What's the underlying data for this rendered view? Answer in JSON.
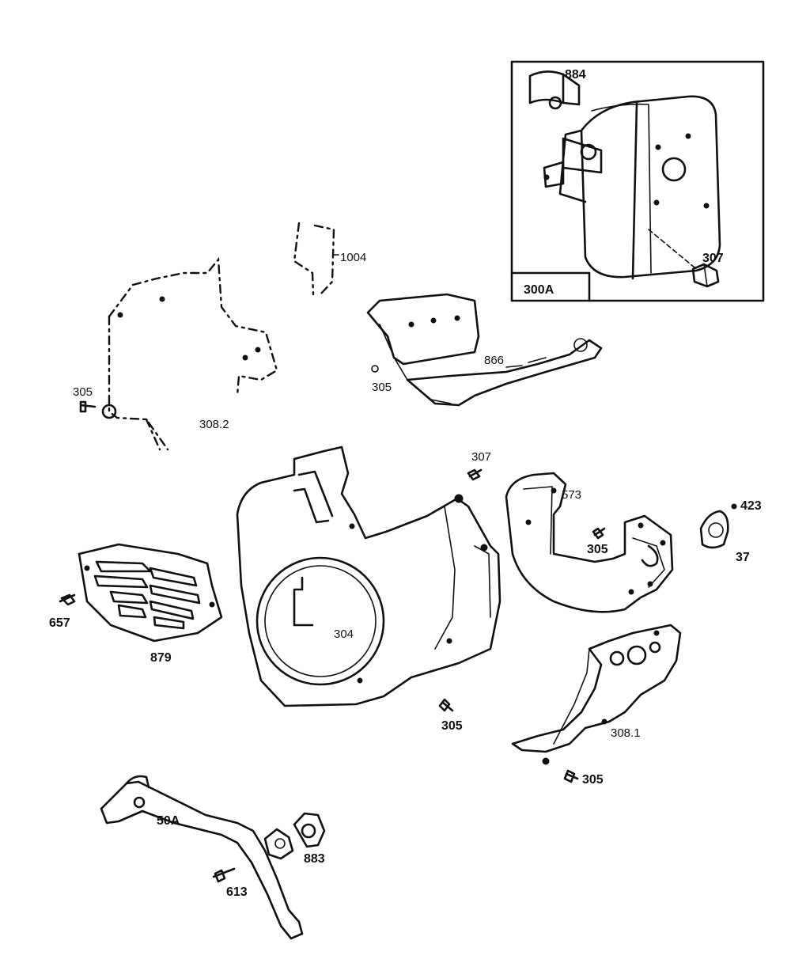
{
  "labels": {
    "l884": "884",
    "l307a": "307",
    "l300a": "300A",
    "l1004": "1004",
    "l866": "866",
    "l305a": "305",
    "l305b": "305",
    "l308_2": "308.2",
    "l307b": "307",
    "l573": "573",
    "l423": "423",
    "l305c": "305",
    "l37": "37",
    "l657": "657",
    "l879": "879",
    "l304": "304",
    "l305d": "305",
    "l308_1": "308.1",
    "l305e": "305",
    "l50a": "50A",
    "l883": "883",
    "l613": "613"
  }
}
